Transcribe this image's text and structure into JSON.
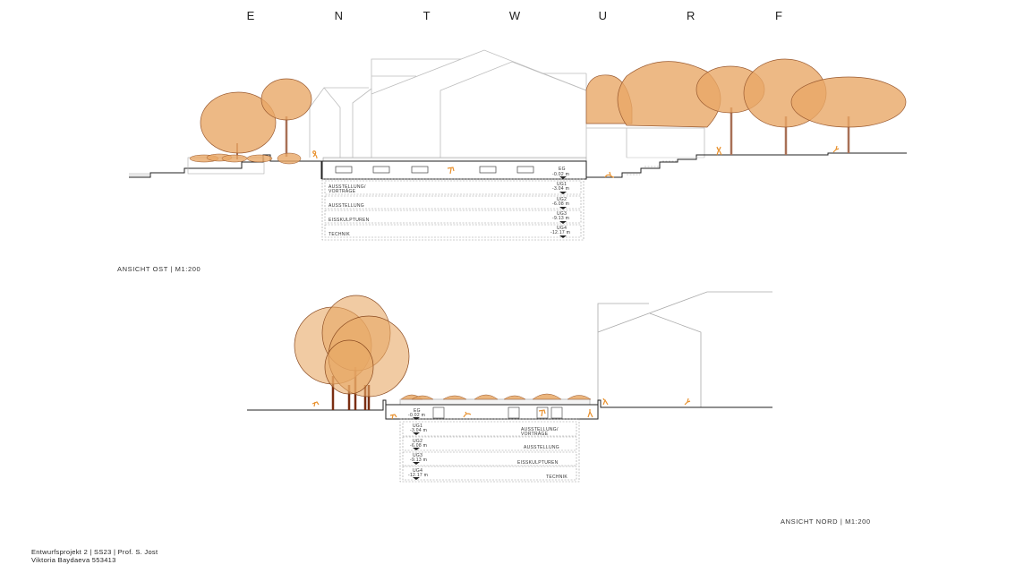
{
  "title_letters": [
    "E",
    "N",
    "T",
    "W",
    "U",
    "R",
    "F"
  ],
  "colors": {
    "tree_fill": "#e8a866",
    "tree_stroke": "#9a5a30",
    "trunk": "#a87056",
    "trunk_dark": "#7a2e12",
    "figure": "#e8902c",
    "building_line": "#b8b8b8",
    "ground_line": "#222222"
  },
  "ansicht_ost": {
    "caption": "ANSICHT OST  |  M1:200",
    "levels": [
      {
        "name": "EG",
        "elevation": "-0.02 m",
        "label": ""
      },
      {
        "name": "UG1",
        "elevation": "-3.04 m",
        "label": "AUSSTELLUNG/ VORTRÄGE"
      },
      {
        "name": "UG2",
        "elevation": "-6.08 m",
        "label": "AUSSTELLUNG"
      },
      {
        "name": "UG3",
        "elevation": "-9.13 m",
        "label": "EISSKULPTUREN"
      },
      {
        "name": "UG4",
        "elevation": "-12.17 m",
        "label": "TECHNIK"
      }
    ]
  },
  "ansicht_nord": {
    "caption": "ANSICHT NORD  |  M1:200",
    "levels": [
      {
        "name": "EG",
        "elevation": "-0.02 m",
        "label": ""
      },
      {
        "name": "UG1",
        "elevation": "-3.04 m",
        "label": "AUSSTELLUNG/ VORTRÄGE"
      },
      {
        "name": "UG2",
        "elevation": "-6.08 m",
        "label": "AUSSTELLUNG"
      },
      {
        "name": "UG3",
        "elevation": "-9.13 m",
        "label": "EISSKULPTUREN"
      },
      {
        "name": "UG4",
        "elevation": "-12.17 m",
        "label": "TECHNIK"
      }
    ]
  },
  "footer": {
    "line1": "Entwurfsprojekt 2 | SS23 | Prof. S. Jost",
    "line2": "Viktoria Baydaeva 553413"
  }
}
